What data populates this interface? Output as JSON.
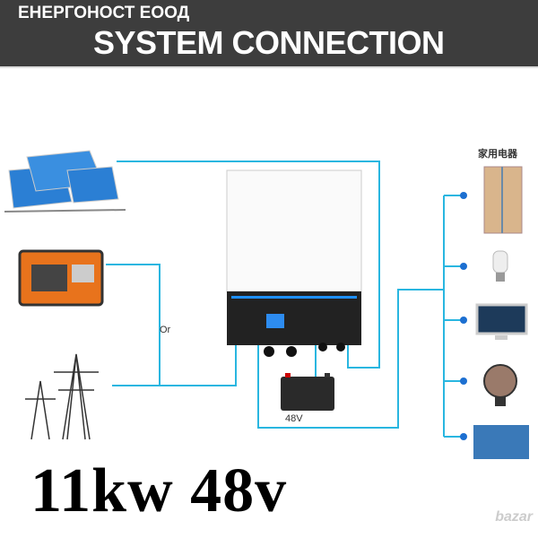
{
  "header": {
    "title": "SYSTEM CONNECTION",
    "watermark": "ЕНЕРГОНОСТ ЕООД"
  },
  "labels": {
    "or": "Or",
    "battery": "48V",
    "appliances": "家用电器"
  },
  "product": {
    "headline": "11kw 48v"
  },
  "corner_logo": "bazar",
  "colors": {
    "wire": "#29b6e0",
    "header_bg": "#3d3d3d"
  }
}
